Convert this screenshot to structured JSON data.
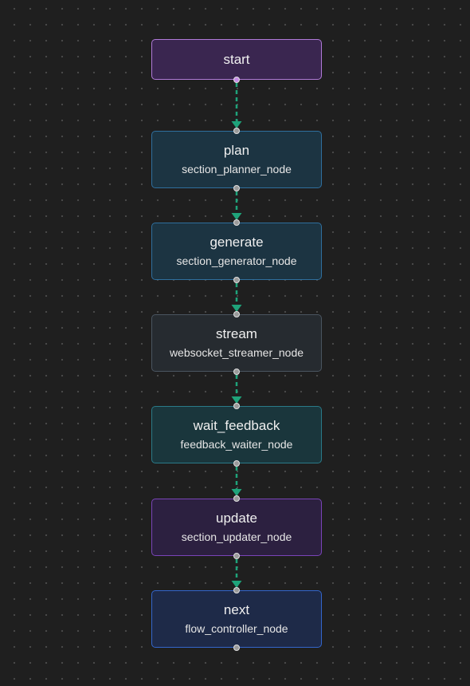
{
  "diagram": {
    "nodes": [
      {
        "id": "start",
        "title": "start",
        "subtitle": "",
        "border": "#b07ad8",
        "fill": "#3a2650",
        "handle_color": "#c88ce8"
      },
      {
        "id": "plan",
        "title": "plan",
        "subtitle": "section_planner_node",
        "border": "#2f6f9e",
        "fill": "#1c3442"
      },
      {
        "id": "generate",
        "title": "generate",
        "subtitle": "section_generator_node",
        "border": "#2f6f9e",
        "fill": "#1c3442"
      },
      {
        "id": "stream",
        "title": "stream",
        "subtitle": "websocket_streamer_node",
        "border": "#4a5560",
        "fill": "#262b30"
      },
      {
        "id": "wait_feedback",
        "title": "wait_feedback",
        "subtitle": "feedback_waiter_node",
        "border": "#2a7a88",
        "fill": "#1a363c"
      },
      {
        "id": "update",
        "title": "update",
        "subtitle": "section_updater_node",
        "border": "#7a44b8",
        "fill": "#2c2040"
      },
      {
        "id": "next",
        "title": "next",
        "subtitle": "flow_controller_node",
        "border": "#3366cc",
        "fill": "#1e2a48"
      }
    ],
    "edges": [
      {
        "from": "start",
        "to": "plan"
      },
      {
        "from": "plan",
        "to": "generate"
      },
      {
        "from": "generate",
        "to": "stream"
      },
      {
        "from": "stream",
        "to": "wait_feedback"
      },
      {
        "from": "wait_feedback",
        "to": "update"
      },
      {
        "from": "update",
        "to": "next"
      }
    ],
    "edge_color": "#1fa37a",
    "arrow_color": "#1fa37a"
  }
}
